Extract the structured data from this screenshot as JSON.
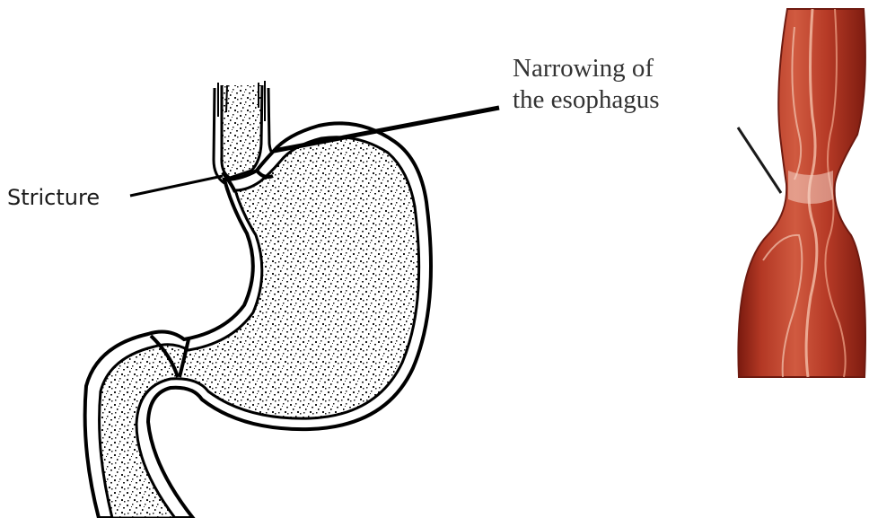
{
  "labels": {
    "stricture": "Stricture",
    "narrowing_line1": "Narrowing of",
    "narrowing_line2": "the esophagus"
  },
  "colors": {
    "outline": "#000000",
    "stipple": "#1a1a1a",
    "esophagus_dark": "#8a1f12",
    "esophagus_mid": "#b83a26",
    "esophagus_light": "#e07a5f",
    "esophagus_highlight": "#f3c7b4"
  }
}
